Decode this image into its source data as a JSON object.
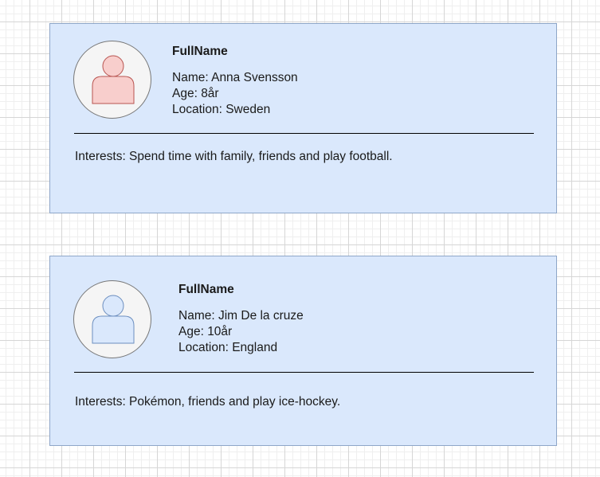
{
  "cards": [
    {
      "heading": "FullName",
      "name": "Name: Anna Svensson",
      "age": "Age: 8år",
      "location": "Location: Sweden",
      "interests": "Interests: Spend time with family, friends and play football.",
      "avatar_icon": "user-icon",
      "avatar_fill": "#f8cecc",
      "avatar_stroke": "#b85450"
    },
    {
      "heading": "FullName",
      "name": "Name: Jim De la cruze",
      "age": "Age: 10år",
      "location": "Location: England",
      "interests": "Interests: Pokémon, friends and play ice-hockey.",
      "avatar_icon": "user-icon",
      "avatar_fill": "#dae8fc",
      "avatar_stroke": "#6c8ebf"
    }
  ],
  "colors": {
    "card_fill": "#dae8fc",
    "card_border": "#8ea6c8",
    "avatar_circle_fill": "#f5f5f5",
    "avatar_circle_border": "#777777",
    "divider": "#000000"
  }
}
